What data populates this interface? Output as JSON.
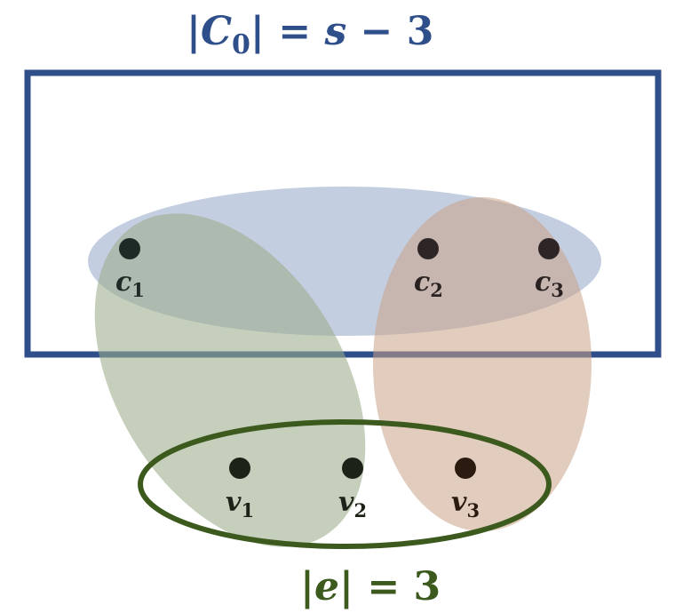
{
  "title_top": {
    "bar_left": "|",
    "var": "C",
    "sub": "0",
    "bar_right": "|",
    "eq": " = ",
    "rhs_var": "s",
    "minus": " − ",
    "rhs_num": "3",
    "color": "#2f4f8a"
  },
  "title_bottom": {
    "bar_left": "|",
    "var": "e",
    "bar_right": "|",
    "eq": " = ",
    "rhs_num": "3",
    "color": "#3c5a1e"
  },
  "colors": {
    "rect_stroke": "#2f4f8a",
    "blue_fill": "#9fb0cf",
    "green_fill": "#9bad8c",
    "orange_fill": "#c9a286",
    "edge_stroke": "#3c5a1e",
    "dot": "#1e2a26",
    "label": "#1f2a26"
  },
  "vertices": {
    "c1": {
      "var": "c",
      "sub": "1"
    },
    "c2": {
      "var": "c",
      "sub": "2"
    },
    "c3": {
      "var": "c",
      "sub": "3"
    },
    "v1": {
      "var": "v",
      "sub": "1"
    },
    "v2": {
      "var": "v",
      "sub": "2"
    },
    "v3": {
      "var": "v",
      "sub": "3"
    }
  }
}
